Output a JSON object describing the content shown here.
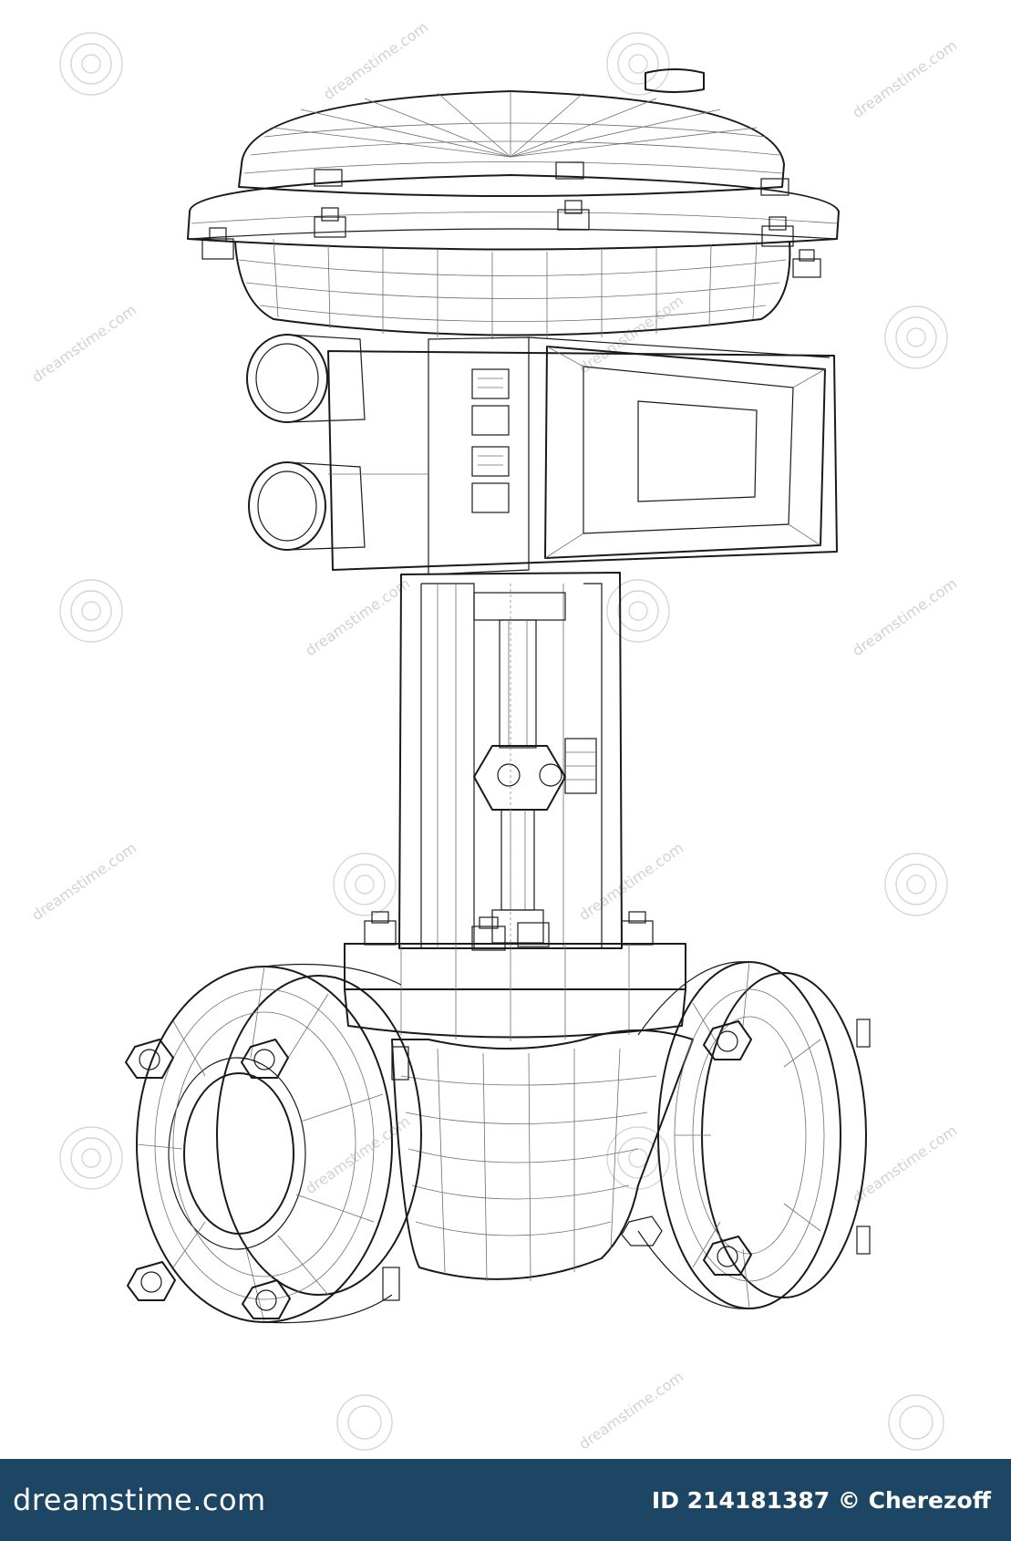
{
  "watermark": {
    "brand": "dreamstime.com",
    "image_id": "ID 214181387",
    "author": "© Cherezoff"
  },
  "colors": {
    "footer_bg": "#1c4664",
    "line": "#1a1a1a",
    "background": "#ffffff"
  }
}
